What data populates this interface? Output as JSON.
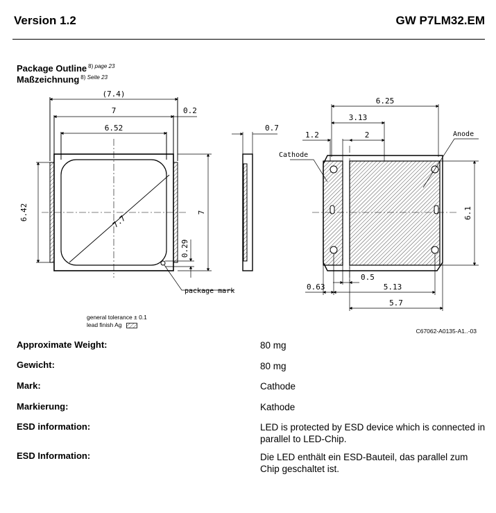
{
  "header": {
    "version": "Version 1.2",
    "product": "GW P7LM32.EM"
  },
  "section": {
    "title_en": "Package Outline",
    "ref_en_num": "8)",
    "ref_en_page": "page 23",
    "title_de": "Maßzeichnung",
    "ref_de_num": "8)",
    "ref_de_page": "Seite 23"
  },
  "drawing": {
    "top_view": {
      "dim_overall": "(7.4)",
      "dim_width": "7",
      "dim_offset": "0.2",
      "dim_inner": "6.52",
      "dim_height_inner": "6.42",
      "dim_height": "7",
      "dim_diag": "7.7",
      "dim_mark": "0.29",
      "label_package_mark": "package mark"
    },
    "side_view": {
      "dim_thickness": "0.7"
    },
    "bottom_view": {
      "dim_top": "6.25",
      "dim_313": "3.13",
      "dim_2": "2",
      "dim_12": "1.2",
      "label_cathode": "Cathode",
      "label_anode": "Anode",
      "dim_height": "6.1",
      "dim_063": "0.63",
      "dim_05": "0.5",
      "dim_513": "5.13",
      "dim_57": "5.7"
    },
    "tolerance_line1": "general tolerance ± 0.1",
    "tolerance_line2": "lead finish Ag",
    "drawing_code": "C67062-A0135-A1..-03"
  },
  "specs": [
    {
      "label": "Approximate Weight:",
      "value": "80 mg"
    },
    {
      "label": "Gewicht:",
      "value": "80 mg"
    },
    {
      "label": "Mark:",
      "value": "Cathode"
    },
    {
      "label": "Markierung:",
      "value": "Kathode"
    },
    {
      "label": "ESD information:",
      "value": "LED is protected by ESD device which is connected in parallel to LED-Chip."
    },
    {
      "label": "ESD Information:",
      "value": "Die LED enthält ein ESD-Bauteil, das parallel zum Chip geschaltet ist."
    }
  ]
}
